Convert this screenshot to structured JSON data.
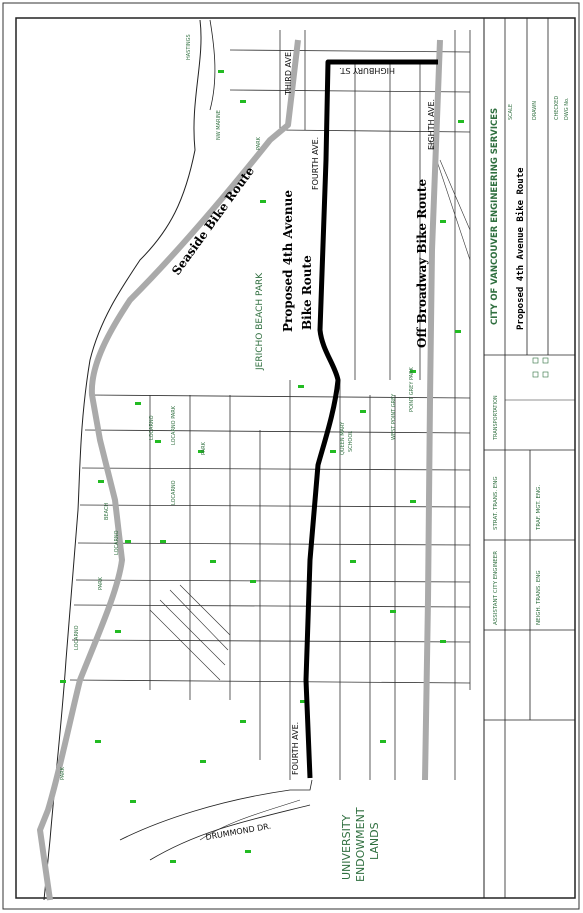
{
  "map": {
    "routes": {
      "seaside": "Seaside Bike Route",
      "proposed_line1": "Proposed 4th Avenue",
      "proposed_line2": "Bike Route",
      "off_broadway": "Off Broadway Bike Route"
    },
    "streets": {
      "third_ave": "THIRD AVE.",
      "fourth_ave_north": "FOURTH AVE.",
      "fourth_ave_south": "FOURTH AVE.",
      "eighth_ave": "EIGHTH AVE.",
      "highbury": "HIGHBURY ST.",
      "drummond": "DRUMMOND DR."
    },
    "places": {
      "jericho": "JERICHO BEACH PARK",
      "ube_1": "UNIVERSITY",
      "ube_2": "ENDOWMENT",
      "ube_3": "LANDS",
      "queen_mary_1": "QUEEN MARY",
      "queen_mary_2": "SCHOOL",
      "point_grey_park": "POINT GREY PARK",
      "west_point_grey": "WEST POINT GREY",
      "locarno_1": "LOCARNO",
      "locarno_2": "LOCARNO PARK",
      "locarno_3": "LOCARNO",
      "locarno_4": "LOCARNO",
      "locarno_5": "LOCARNO",
      "park_1": "PARK",
      "park_2": "PARK",
      "park_3": "PARK",
      "park_4": "PARK",
      "beach": "BEACH",
      "trimble": "NW MARINE",
      "hastings": "HASTINGS"
    }
  },
  "title_block": {
    "agency": "CITY OF VANCOUVER ENGINEERING SERVICES",
    "drawing_title": "Proposed 4th Avenue Bike Route",
    "asst_city_engineer": "ASSISTANT CITY ENGINEER",
    "strat_trans_eng": "STRAT. TRANS. ENG",
    "neigh_trans_eng": "NEIGH. TRANS. ENG",
    "traf_mgt_eng": "TRAF. MGT. ENG.",
    "transportation": "TRANSPORTATION",
    "scale": "SCALE",
    "drawn": "DRAWN",
    "checked": "CHECKED",
    "dwg_no": "DWG No."
  },
  "colors": {
    "proposed_route": "#000000",
    "existing_route": "#aaaaaa",
    "streets": "#333333",
    "parks": "#22bb22",
    "agency_text": "#2f6f3f"
  }
}
